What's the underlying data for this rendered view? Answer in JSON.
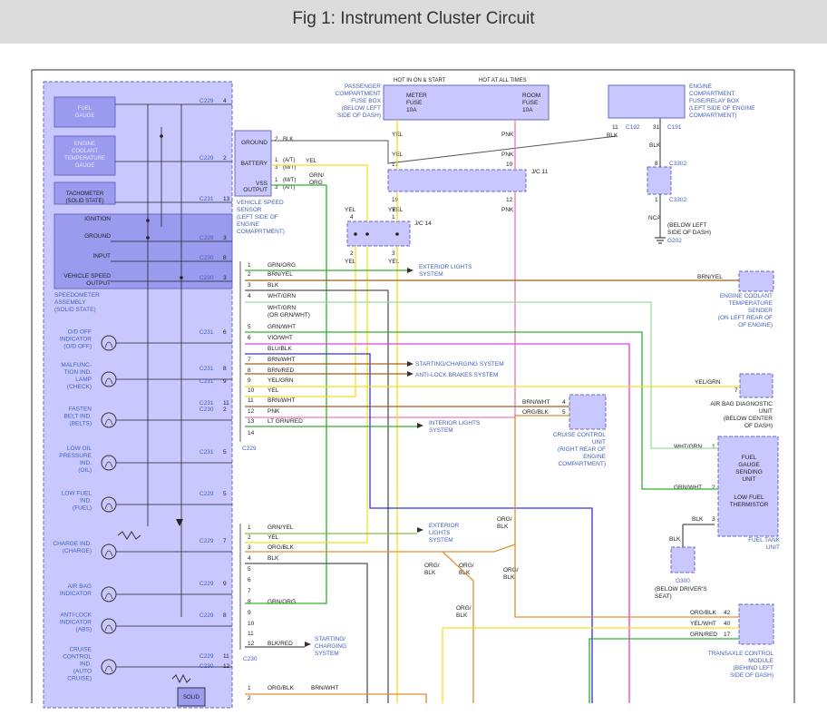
{
  "header": {
    "title": "Fig 1: Instrument Cluster Circuit"
  },
  "colors": {
    "component_fill": "#c8c8ff",
    "component_fill_dark": "#9a9aef",
    "component_border": "#6a6ac4",
    "label_blue": "#3f5fbf",
    "frame": "#333333",
    "wire_yel": "#f0e020",
    "wire_pnk": "#f07ab0",
    "wire_grn": "#30b030",
    "wire_blk": "#555555",
    "wire_blu": "#3030e0",
    "wire_org": "#e09030",
    "wire_brn": "#a06020",
    "wire_lt_grn": "#a0d8a0",
    "wire_vio": "#e040e0",
    "wire_grn_yel": "#80c040"
  },
  "speedometer": {
    "boxes": [
      {
        "name": "fuel-gauge",
        "label": [
          "FUEL",
          "GAUGE"
        ],
        "connector": "C229",
        "pin": "4"
      },
      {
        "name": "coolant-gauge",
        "label": [
          "ENGINE",
          "COOLANT",
          "TEMPERATURE",
          "GAUGE"
        ],
        "connector": "C229",
        "pin": "2"
      },
      {
        "name": "tachometer",
        "label": [
          "TACHOMETER",
          "(SOLID STATE)"
        ],
        "connector": "C231",
        "pin": "13"
      }
    ],
    "big_box_rows": [
      {
        "label": "IGNITION",
        "connector": "",
        "pin": ""
      },
      {
        "label": "GROUND",
        "connector": "C229",
        "pin": "3"
      },
      {
        "label": "INPUT",
        "connector": "C230",
        "pin": "8"
      },
      {
        "label": "VEHICLE SPEED\nOUTPUT",
        "connector": "C230",
        "pin": "3"
      }
    ],
    "assembly_label": [
      "SPEEDOMETER",
      "ASSEMBLY",
      "(SOLID STATE)"
    ],
    "indicators": [
      {
        "name": "od-off",
        "label": [
          "O/D OFF",
          "INDICATOR",
          "(O/D OFF)"
        ],
        "connector": "C231",
        "pin": "6"
      },
      {
        "name": "malfunction",
        "label": [
          "MALFUNC-",
          "TION IND.",
          "LAMP",
          "(CHECK)"
        ],
        "connector": "C231",
        "pin": "8"
      },
      {
        "name": "malfunction-2",
        "label": [],
        "connector": "C231",
        "pin": "9"
      },
      {
        "name": "seat-belt",
        "label": [
          "FASTEN",
          "BELT IND.",
          "(BELTS)"
        ],
        "connector": "C230",
        "pin": "2"
      },
      {
        "name": "seat-belt-2",
        "label": [],
        "connector": "C231",
        "pin": "11"
      },
      {
        "name": "oil-pressure",
        "label": [
          "LOW OIL",
          "PRESSURE",
          "IND.",
          "(OIL)"
        ],
        "connector": "C231",
        "pin": "5"
      },
      {
        "name": "low-fuel",
        "label": [
          "LOW FUEL",
          "IND.",
          "(FUEL)"
        ],
        "connector": "C229",
        "pin": "5"
      },
      {
        "name": "charge",
        "label": [
          "CHARGE IND.",
          "(CHARGE)"
        ],
        "connector": "C229",
        "pin": "7"
      },
      {
        "name": "air-bag",
        "label": [
          "AIR BAG",
          "INDICATOR"
        ],
        "connector": "C229",
        "pin": "9"
      },
      {
        "name": "anti-lock",
        "label": [
          "ANTI-LOCK",
          "INDICATOR",
          "(ABS)"
        ],
        "connector": "C229",
        "pin": "8"
      },
      {
        "name": "cruise",
        "label": [
          "CRUISE",
          "CONTROL",
          "IND.",
          "(AUTO",
          "CRUISE)"
        ],
        "connector": "C229",
        "pin": "11"
      },
      {
        "name": "cruise-2",
        "label": [],
        "connector": "C230",
        "pin": "12"
      }
    ],
    "solid_label": "SOLID"
  },
  "vss": {
    "rows": [
      "GROUND",
      "BATTERY",
      "VSS\nOUTPUT"
    ],
    "pins": [
      "2",
      "1\n3",
      "1\n3"
    ],
    "pin_notes": [
      "BLK",
      "(A/T)\n(M/T)",
      "(M/T)\n(A/T)"
    ],
    "wire_labels": [
      "YEL",
      "GRN/\nORG"
    ],
    "label": [
      "VEHICLE SPEED",
      "SENSOR",
      "(LEFT SIDE OF",
      "ENGINE",
      "COMAPRTMENT)"
    ]
  },
  "fuse_box": {
    "hot_run": "HOT IN ON & START",
    "hot_all": "HOT AT ALL TIMES",
    "label": [
      "PASSENGER",
      "COMPARTMENT",
      "FUSE BOX",
      "(BELOW LEFT",
      "SIDE OF DASH)"
    ],
    "fuse1": [
      "METER",
      "FUSE",
      "10A"
    ],
    "fuse2": [
      "ROOM",
      "FUSE",
      "10A"
    ],
    "wires": [
      "YEL",
      "PNK"
    ]
  },
  "jc11": {
    "label": "J/C 11",
    "pins": [
      "17",
      "10",
      "19",
      "12"
    ],
    "wires": [
      "YEL",
      "PNK",
      "YEL",
      "PNK"
    ]
  },
  "jc14": {
    "label": "J/C 14",
    "pins": [
      "4",
      "1",
      "2",
      "3"
    ],
    "wires": [
      "YEL",
      "YEL",
      "YEL",
      "YEL"
    ]
  },
  "engine_fuse_box": {
    "label": [
      "ENGINE",
      "COMPARTMENT",
      "FUSE/RELAY BOX",
      "(LEFT SIDE OF ENGINE",
      "COMPARTMENT)"
    ],
    "pins": [
      "11",
      "31"
    ],
    "connectors": [
      "C192",
      "C191"
    ],
    "wires": [
      "BLK",
      "BLK"
    ]
  },
  "ground_g202": {
    "pins": [
      "8",
      "1"
    ],
    "connectors": [
      "C3302",
      "C3302"
    ],
    "nca": "NCA",
    "label": [
      "(BELOW LEFT",
      "SIDE OF DASH)"
    ],
    "ground": "G202"
  },
  "c229_rows": {
    "pins": [
      "1",
      "2",
      "3",
      "4",
      "",
      "5",
      "6",
      "",
      "7",
      "8",
      "9",
      "10",
      "11",
      "12",
      "13",
      "14"
    ],
    "wires": [
      "GRN/ORG",
      "BRN/YEL",
      "BLK",
      "WHT/GRN",
      "WHT/GRN\n(OR GRN/WHT)",
      "GRN/WHT",
      "VIO/WHT",
      "BLU/BLK",
      "BRN/WHT",
      "BRN/RED",
      "YEL/GRN",
      "YEL",
      "BRN/WHT",
      "PNK",
      "LT GRN/RED",
      ""
    ],
    "connector": "C229"
  },
  "destinations": {
    "exterior": [
      "EXTERIOR LIGHTS",
      "SYSTEM"
    ],
    "starting": "STARTING/CHARGING SYSTEM",
    "abs": "ANTI-LOCK BRAKES SYSTEM",
    "interior": [
      "INTERIOR LIGHTS",
      "SYSTEM"
    ],
    "exterior2": [
      "EXTERIOR",
      "LIGHTS",
      "SYSTEM"
    ],
    "starting2": [
      "STARTING/",
      "CHARGING",
      "SYSTEM"
    ]
  },
  "coolant_sender": {
    "wire": "BRN/YEL",
    "label": [
      "ENGINE COOLANT",
      "TEMPERATURE",
      "SENDER",
      "(ON LEFT REAR OF",
      "OF ENGINE)"
    ]
  },
  "airbag_unit": {
    "wire": "YEL/GRN",
    "pin": "7",
    "label": [
      "AIR BAG DIAGNOSTIC",
      "UNIT",
      "(BELOW CENTER",
      "OF DASH)"
    ]
  },
  "cruise_unit": {
    "wires": [
      "BRN/WHT",
      "ORG/BLK"
    ],
    "pins": [
      "4",
      "5"
    ],
    "label": [
      "CRUISE CONTROL",
      "UNIT",
      "(RIGHT REAR OF",
      "ENGINE",
      "COMPARTMENT)"
    ]
  },
  "fuel_tank": {
    "wires": [
      "WHT/GRN",
      "GRN/WHT",
      "BLK"
    ],
    "pins": [
      "1",
      "2",
      "3"
    ],
    "sender": [
      "FUEL",
      "GAUGE",
      "SENDING",
      "UNIT"
    ],
    "thermistor": [
      "LOW FUEL",
      "THERMISTOR"
    ],
    "label": [
      "FUEL TANK",
      "UNIT"
    ],
    "wire_blk": "BLK",
    "ground": "G300",
    "ground_label": [
      "(BELOW DRIVER'S",
      "SEAT)"
    ]
  },
  "c230_rows": {
    "pins": [
      "1",
      "2",
      "3",
      "4",
      "5",
      "6",
      "7",
      "8",
      "9",
      "10",
      "11",
      "12"
    ],
    "wires": [
      "GRN/YEL",
      "YEL",
      "ORG/BLK",
      "BLK",
      "",
      "",
      "",
      "GRN/ORG",
      "",
      "",
      "",
      "BLK/RED"
    ],
    "connector": "C230"
  },
  "c231_rows": {
    "pins": [
      "1",
      "2"
    ],
    "wires": [
      "ORG/BLK",
      ""
    ],
    "extra_wire": "BRN/WHT"
  },
  "tcm": {
    "wires": [
      "ORG/BLK",
      "YEL/WHT",
      "GRN/RED"
    ],
    "pins": [
      "42",
      "40",
      "17"
    ],
    "label": [
      "TRANSAXLE CONTROL",
      "MODULE",
      "(BEHIND LEFT",
      "SIDE OF DASH)"
    ]
  },
  "misc_wire_labels": [
    "ORG/\nBLK",
    "ORG/\nBLK",
    "ORG/\nBLK",
    "ORG/\nBLK",
    "ORG/\nBLK"
  ]
}
